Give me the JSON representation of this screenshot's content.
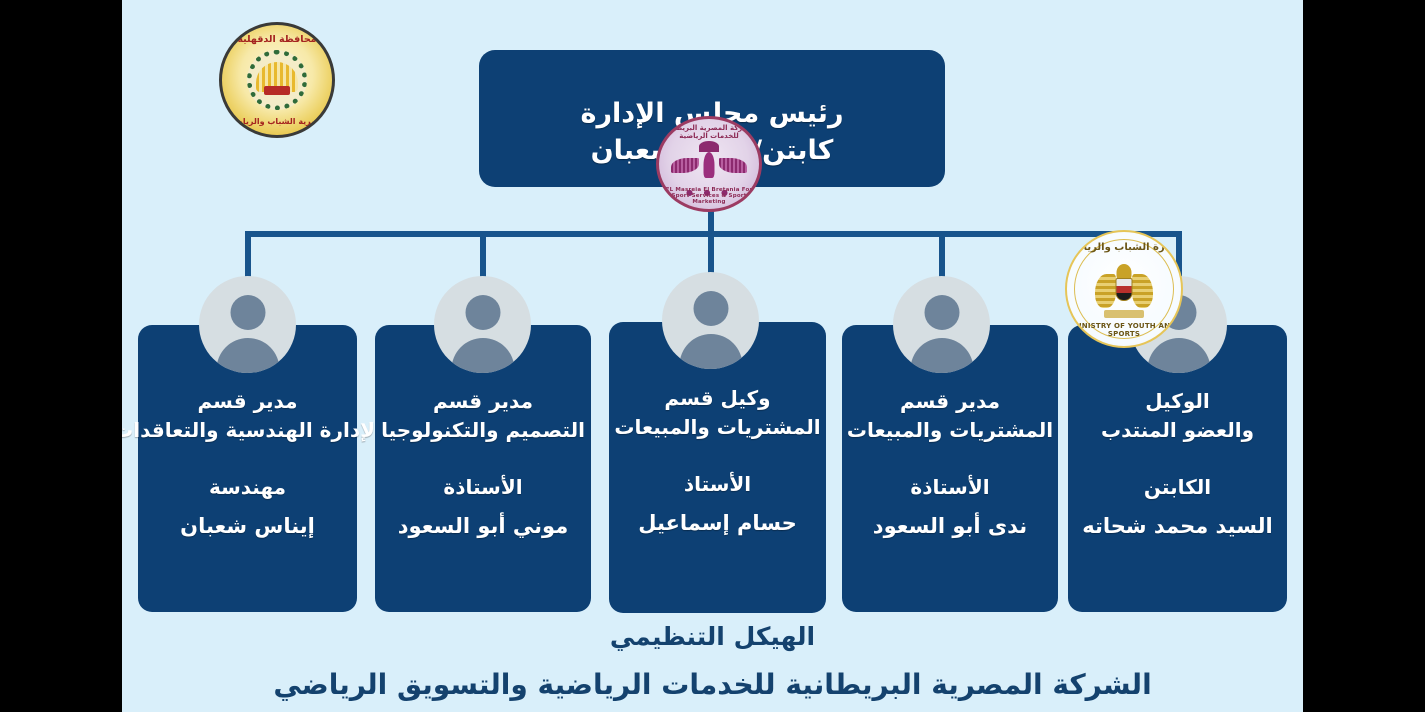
{
  "meta": {
    "background_color": "#d9effa",
    "card_color": "#0d4074",
    "connector_color": "#18548c",
    "caption_color": "#14426e"
  },
  "logos": {
    "left": {
      "name": "dakahlia-governorate-youth-sports-seal",
      "ring_top": "محافظة الدقهلية",
      "ring_bottom": "مديرية الشباب والرياضة",
      "color": "#e8c84f"
    },
    "center": {
      "name": "company-seal",
      "arc_top": "الشركة المصرية البريطانية للخدمات الرياضية",
      "arc_bottom": "EL Masreia El Bretania For Sport Services & Sport Marketing",
      "color": "#8c2a55"
    },
    "right": {
      "name": "ministry-of-youth-and-sports-seal",
      "arabic": "وزارة الشباب والرياضة",
      "english": "MINISTRY OF YOUTH AND SPORTS",
      "color": "#c9a227"
    }
  },
  "chart": {
    "root": {
      "role": "رئيس مجلس الإدارة",
      "name": "كابتن/ علي شعبان"
    },
    "nodes": [
      {
        "id": "node-engineering",
        "role_line_1": "مدير قسم",
        "role_line_2": "الإدارة الهندسية والتعاقدات",
        "title": "مهندسة",
        "name": "إيناس شعبان"
      },
      {
        "id": "node-design-technology",
        "role_line_1": "مدير قسم",
        "role_line_2": "التصميم والتكنولوجيا",
        "title": "الأستاذة",
        "name": "موني أبو السعود"
      },
      {
        "id": "node-purchasing-sales-deputy",
        "role_line_1": "وكيل قسم",
        "role_line_2": "المشتريات والمبيعات",
        "title": "الأستاذ",
        "name": "حسام إسماعيل"
      },
      {
        "id": "node-purchasing-sales-manager",
        "role_line_1": "مدير قسم",
        "role_line_2": "المشتريات والمبيعات",
        "title": "الأستاذة",
        "name": "ندى أبو السعود"
      },
      {
        "id": "node-managing-director",
        "role_line_1": "الوكيل",
        "role_line_2": "والعضو المنتدب",
        "title": "الكابتن",
        "name": "السيد محمد شحاته"
      }
    ]
  },
  "captions": {
    "line_1": "الهيكل التنظيمي",
    "line_2": "الشركة المصرية البريطانية للخدمات الرياضية والتسويق الرياضي"
  }
}
